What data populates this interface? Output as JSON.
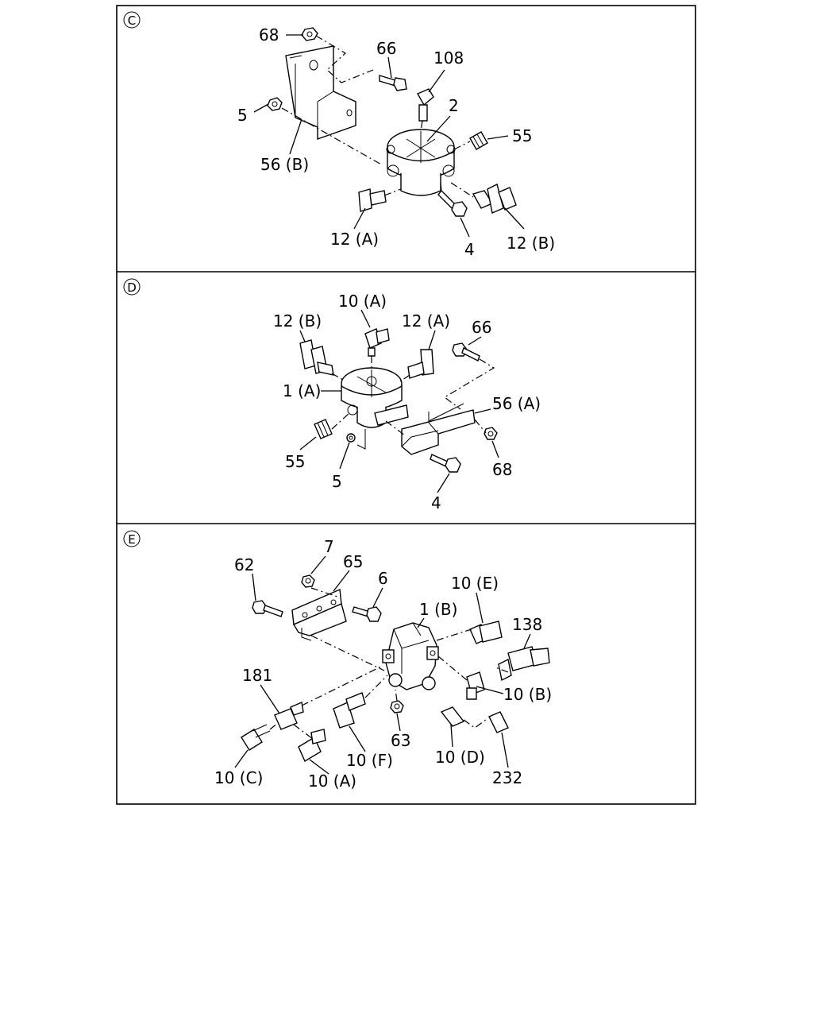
{
  "panels": [
    {
      "id": "C",
      "marker": "C",
      "labels": [
        "68",
        "66",
        "108",
        "5",
        "2",
        "55",
        "56 (B)",
        "12 (A)",
        "4",
        "12 (B)"
      ]
    },
    {
      "id": "D",
      "marker": "D",
      "labels": [
        "10 (A)",
        "12 (B)",
        "12 (A)",
        "66",
        "1 (A)",
        "56 (A)",
        "55",
        "68",
        "5",
        "4"
      ]
    },
    {
      "id": "E",
      "marker": "E",
      "labels": [
        "7",
        "62",
        "65",
        "6",
        "10 (E)",
        "1 (B)",
        "138",
        "181",
        "10 (B)",
        "63",
        "10 (F)",
        "10 (D)",
        "10 (C)",
        "10 (A)",
        "232"
      ]
    }
  ]
}
